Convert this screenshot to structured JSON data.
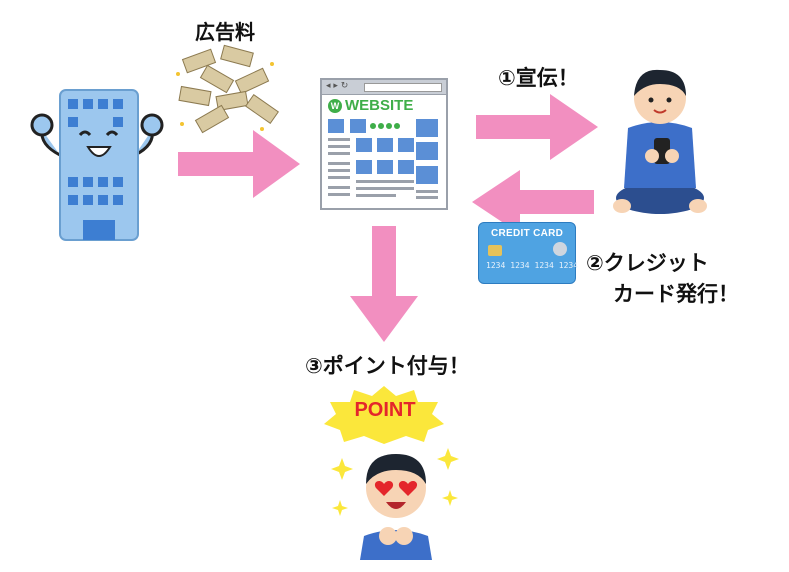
{
  "labels": {
    "ad_fee": "広告料",
    "step1": "①宣伝！",
    "step2_line1": "②クレジット",
    "step2_line2": "カード発行！",
    "step3": "③ポイント付与！"
  },
  "website": {
    "logo_text": "WEBSITE",
    "logo_letter": "W"
  },
  "card": {
    "title": "CREDIT CARD",
    "numbers": [
      "1234",
      "1234",
      "1234",
      "1234"
    ]
  },
  "point_badge": {
    "text": "POINT"
  },
  "colors": {
    "arrow": "#f28fc0",
    "building": "#9cc7ee",
    "building_window": "#3d7ed2",
    "website_green": "#3fae49",
    "website_blue": "#5b8fd6",
    "card_blue": "#4fa3e2",
    "badge_red": "#e4262b",
    "badge_yellow": "#fbe73b",
    "shirt_blue": "#3d6fc9"
  }
}
